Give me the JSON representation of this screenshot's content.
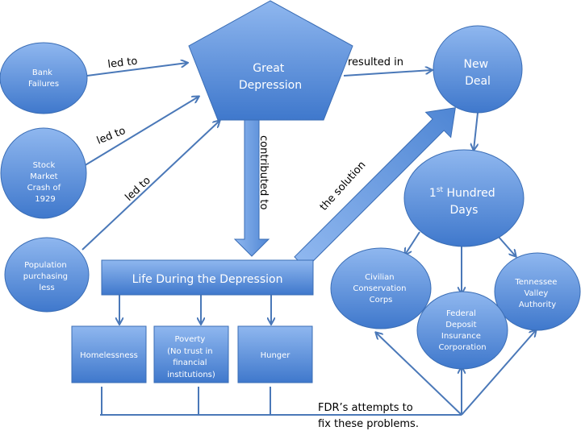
{
  "colors": {
    "node_top": "#8fb7ef",
    "node_bottom": "#3f78cc",
    "node_stroke": "#3a6db5",
    "connector": "#4a78b8",
    "node_text": "#ffffff",
    "label_text": "#000000"
  },
  "nodes": {
    "bank_failures": [
      "Bank",
      "Failures"
    ],
    "stock_market_crash": [
      "Stock",
      "Market",
      "Crash of",
      "1929"
    ],
    "population_purchasing": [
      "Population",
      "purchasing",
      "less"
    ],
    "great_depression": [
      "Great",
      "Depression"
    ],
    "new_deal": [
      "New",
      "Deal"
    ],
    "first_hundred_days": {
      "prefix": "1",
      "superscript": "st",
      "line1_rest": " Hundred",
      "line2": "Days"
    },
    "life_during_depression": "Life During the Depression",
    "homelessness": [
      "Homelessness"
    ],
    "poverty": [
      "Poverty",
      "(No trust in",
      "financial",
      "institutions)"
    ],
    "hunger": [
      "Hunger"
    ],
    "ccc": [
      "Civilian",
      "Conservation",
      "Corps"
    ],
    "fdic": [
      "Federal",
      "Deposit",
      "Insurance",
      "Corporation"
    ],
    "tva": [
      "Tennessee",
      "Valley",
      "Authority"
    ]
  },
  "edge_labels": {
    "bank_led_to": "led to",
    "stock_led_to": "led to",
    "population_led_to": "led to",
    "resulted_in": "resulted in",
    "contributed_to": "contributed to",
    "the_solution": "the solution",
    "fdr_attempts": [
      "FDR’s attempts to",
      "fix these problems."
    ]
  }
}
